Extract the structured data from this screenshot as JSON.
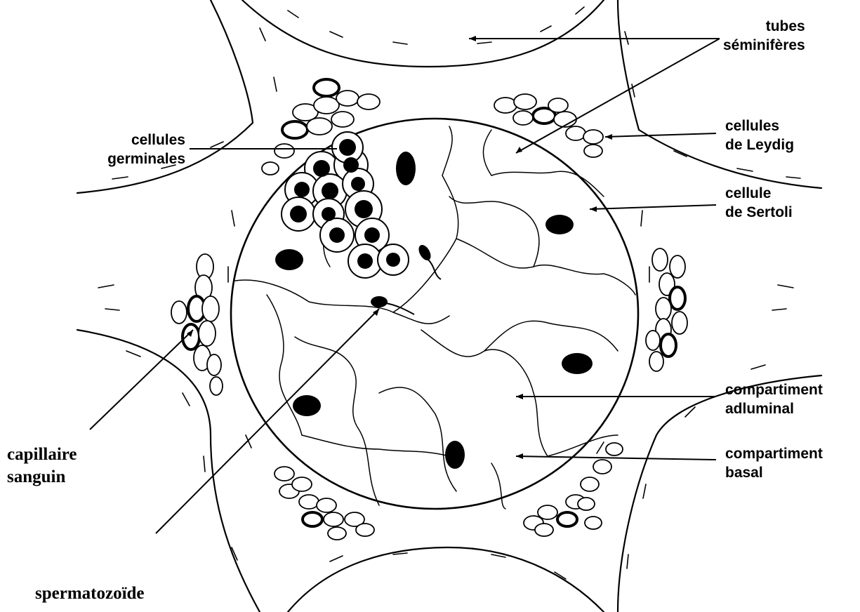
{
  "labels": {
    "tubes": [
      "tubes",
      "séminifères"
    ],
    "leydig": [
      "cellules",
      "de Leydig"
    ],
    "sertoli": [
      "cellule",
      "de Sertoli"
    ],
    "germinales": [
      "cellules",
      "germinales"
    ],
    "adluminal": [
      "compartiment",
      "adluminal"
    ],
    "basal": [
      "compartiment",
      "basal"
    ],
    "capillaire": [
      "capillaire",
      "sanguin"
    ],
    "spermatozoide": "spermatozoïde"
  },
  "colors": {
    "ink": "#000000",
    "paper": "#ffffff"
  }
}
